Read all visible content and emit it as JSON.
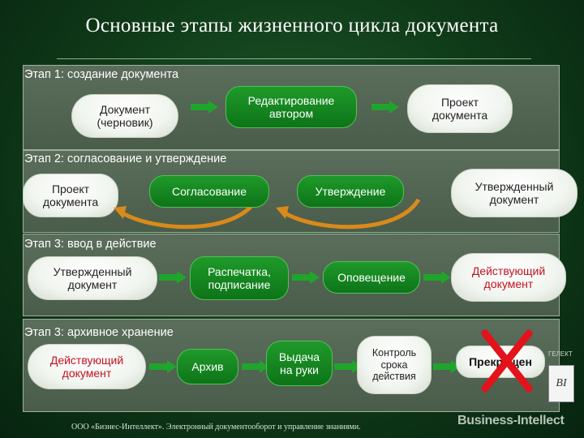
{
  "title": "Основные этапы жизненного цикла документа",
  "colors": {
    "green_node": "#159022",
    "white_node": "#f1f5ef",
    "red_text": "#c1121f",
    "cross": "#e3121b",
    "curve_arrow": "#d98a1a"
  },
  "stages": [
    {
      "label": "Этап 1: создание документа",
      "nodes": [
        "Документ (черновик)",
        "Редактирование автором",
        "Проект документа"
      ]
    },
    {
      "label": "Этап 2: согласование и утверждение",
      "nodes": [
        "Проект документа",
        "Согласование",
        "Утверждение",
        "Утвержденный документ"
      ]
    },
    {
      "label": "Этап 3: ввод в действие",
      "nodes": [
        "Утвержденный документ",
        "Распечатка, подписание",
        "Оповещение",
        "Действующий документ"
      ]
    },
    {
      "label": "Этап 3: архивное хранение",
      "nodes": [
        "Действующий документ",
        "Архив",
        "Выдача на руки",
        "Контроль срока действия",
        "Прекращен"
      ]
    }
  ],
  "footer": "ООО «Бизнес-Интеллект». Электронный документооборот и управление знаниями.",
  "brand": "Business-Intellect",
  "logo": "BI",
  "logo_caption": "ГЕЛЕКТ"
}
